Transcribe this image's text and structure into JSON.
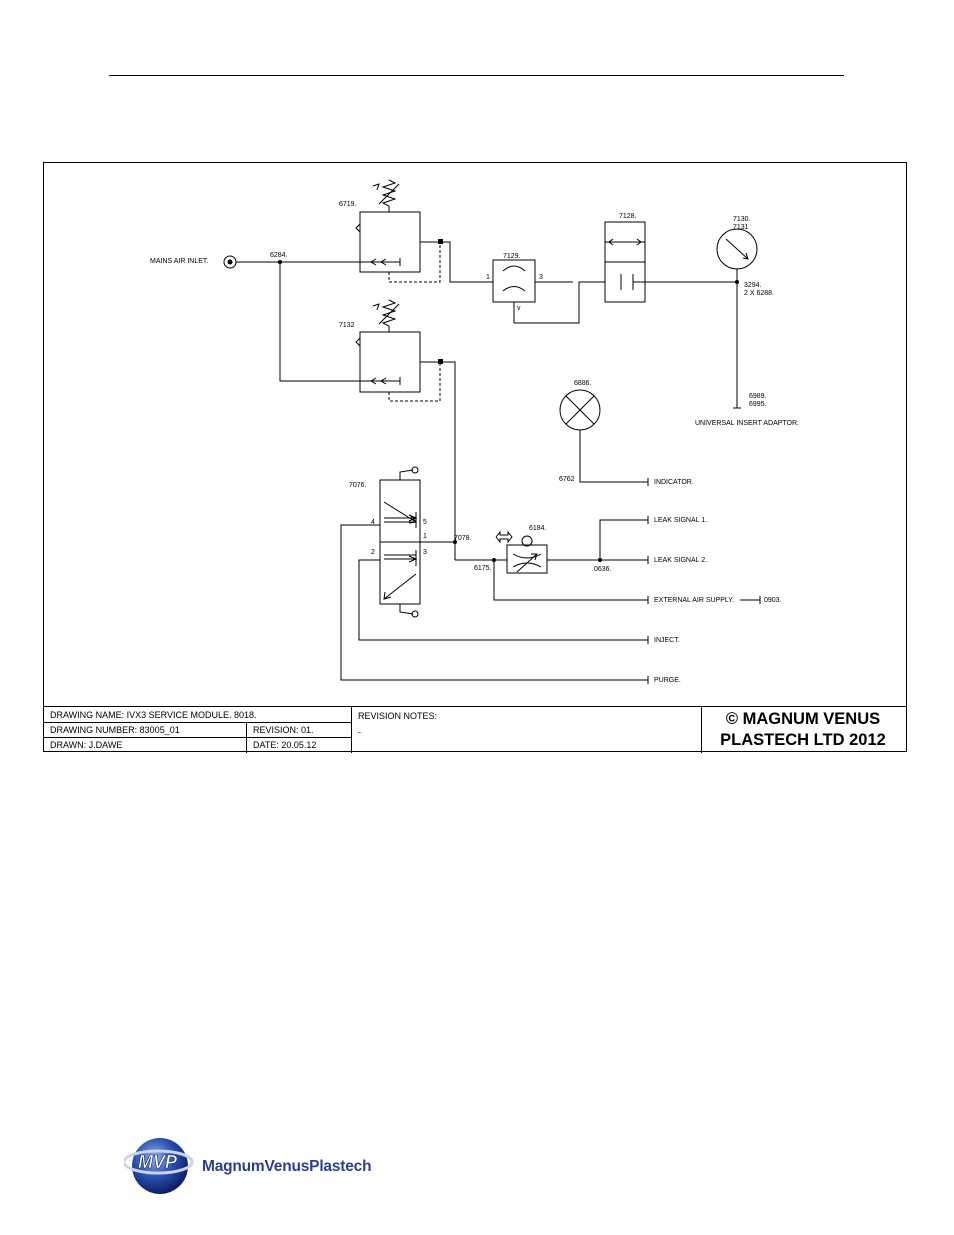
{
  "schematic": {
    "labels": {
      "mains_air_inlet": "MAINS AIR INLET.",
      "n6284": "6284.",
      "n6719": "6719.",
      "n7132": "7132",
      "n7129": "7129.",
      "port1": "1",
      "port3": "3",
      "port_v": "v",
      "n7128": "7128.",
      "n7130": "7130.",
      "n7131": "7131",
      "n3294": "3294.",
      "n6288": "2 X 6288.",
      "n6989": "6989.",
      "n6995": "6995.",
      "universal_insert": "UNIVERSAL INSERT ADAPTOR.",
      "n6886": "6886.",
      "n6762": "6762",
      "indicator": "INDICATOR.",
      "n7076": "7076.",
      "v_port4": "4",
      "v_port5": "5",
      "v_port1": "1",
      "v_port2": "2",
      "v_port3": "3",
      "n7078": "7078.",
      "n6184": "6184.",
      "n6175": "6175.",
      "n0636": "0636.",
      "leak1": "LEAK SIGNAL 1.",
      "leak2": "LEAK SIGNAL 2.",
      "external_air": "EXTERNAL AIR SUPPLY.",
      "n0903": "0903.",
      "inject": "INJECT.",
      "purge": "PURGE."
    }
  },
  "title_block": {
    "drawing_name": "DRAWING NAME: IVX3 SERVICE MODULE.   8018.",
    "drawing_number": "DRAWING NUMBER: 83005_01",
    "revision": "REVISION: 01.",
    "drawn": "DRAWN: J.DAWE",
    "date": "DATE: 20.05.12",
    "revision_notes_label": "REVISION NOTES:",
    "revision_notes_value": "-",
    "copyright_line1": "© MAGNUM VENUS",
    "copyright_line2": "PLASTECH LTD 2012"
  },
  "footer": {
    "logo_monogram": "MVP",
    "logo_text": "MagnumVenusPlastech"
  }
}
